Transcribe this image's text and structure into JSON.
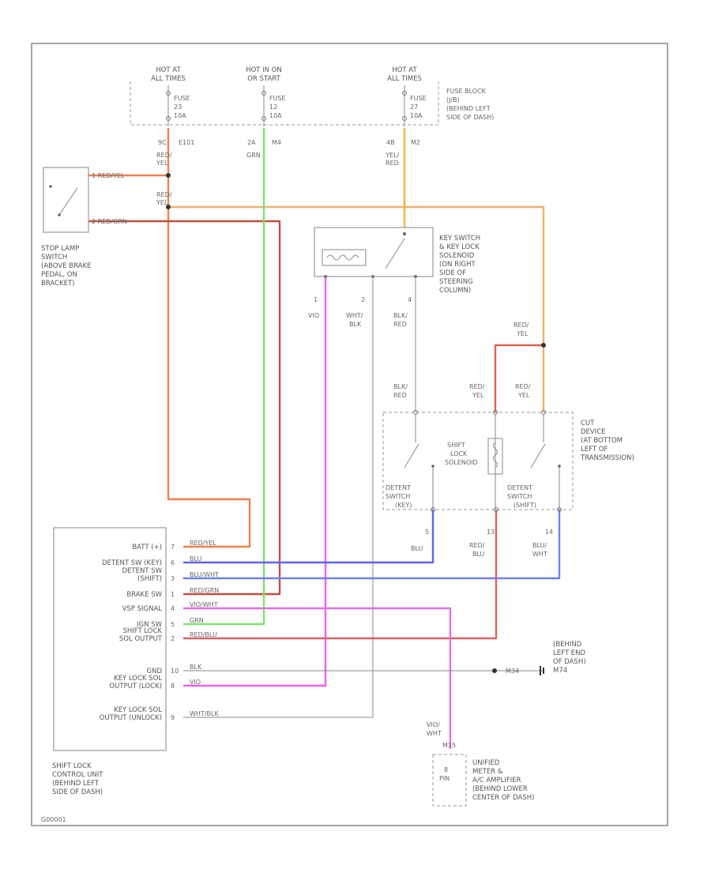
{
  "colors": {
    "red_yel": "#f08050",
    "red_grn": "#c05040",
    "yel_red": "#f0b040",
    "grn": "#80e070",
    "red_blu": "#e06060",
    "blu": "#6060f0",
    "blu_wht": "#7080f0",
    "vio": "#f060f0",
    "vio_wht": "#e070e0",
    "gray": "#a0a0a0"
  },
  "fuse": {
    "hot1": [
      "HOT AT",
      "ALL TIMES"
    ],
    "hot2": [
      "HOT IN ON",
      "OR START"
    ],
    "hot3": [
      "HOT AT",
      "ALL TIMES"
    ],
    "fuse_word": "FUSE",
    "fuse1": [
      "23",
      "10A"
    ],
    "fuse2": [
      "12",
      "10A"
    ],
    "fuse3": [
      "27",
      "10A"
    ],
    "block_label": [
      "FUSE BLOCK",
      "(J/B)",
      "(BEHIND LEFT",
      "SIDE OF DASH)"
    ],
    "conn1": [
      "9C",
      "E101"
    ],
    "conn2": [
      "2A",
      "M4"
    ],
    "conn3": [
      "4B",
      "M2"
    ]
  },
  "wires": {
    "red_yel_1": [
      "RED/",
      "YEL"
    ],
    "red_yel_2": [
      "RED/",
      "YEL"
    ],
    "grn": "GRN",
    "yel_red": [
      "YEL/",
      "RED"
    ],
    "vio": "VIO",
    "wht_blk": [
      "WHT/",
      "BLK"
    ],
    "blk_red_1": [
      "BLK/",
      "RED"
    ],
    "blk_red_2": [
      "BLK/",
      "RED"
    ],
    "red_yel_3": [
      "RED/",
      "YEL"
    ],
    "red_yel_4": [
      "RED/",
      "YEL"
    ],
    "red_yel_5": [
      "RED/",
      "YEL"
    ],
    "blu": "BLU",
    "red_blu": [
      "RED/",
      "BLU"
    ],
    "blu_wht": [
      "BLU/",
      "WHT"
    ],
    "vio_wht": [
      "VIO/",
      "WHT"
    ]
  },
  "stop_lamp": {
    "label": [
      "STOP LAMP",
      "SWITCH",
      "(ABOVE BRAKE",
      "PEDAL, ON",
      "BRACKET)"
    ],
    "pin1": "1 RED/YEL",
    "pin2": "2 RED/GRN"
  },
  "key_switch": {
    "label": [
      "KEY SWITCH",
      "& KEY LOCK",
      "SOLENOID",
      "(ON RIGHT",
      "SIDE OF",
      "STEERING",
      "COLUMN)"
    ],
    "pins": [
      "1",
      "2",
      "4"
    ]
  },
  "cut_device": {
    "label": [
      "CUT",
      "DEVICE",
      "(AT BOTTOM",
      "LEFT OF",
      "TRANSMISSION)"
    ],
    "solenoid": [
      "SHIFT",
      "LOCK",
      "SOLENOID"
    ],
    "detent_key": [
      "DETENT",
      "SWITCH",
      "(KEY)"
    ],
    "detent_shift": [
      "DETENT",
      "SWITCH",
      "(SHIFT)"
    ],
    "pins": [
      "5",
      "13",
      "14"
    ]
  },
  "control_unit": {
    "rows": [
      {
        "label": "BATT (+)",
        "pin": "7",
        "wire": "RED/YEL"
      },
      {
        "label": "DETENT SW (KEY)",
        "pin": "6",
        "wire": "BLU"
      },
      {
        "label": "DETENT SW (SHIFT)",
        "pin": "3",
        "wire": "BLU/WHT"
      },
      {
        "label": "BRAKE SW",
        "pin": "1",
        "wire": "RED/GRN"
      },
      {
        "label": "VSP SIGNAL",
        "pin": "4",
        "wire": "VIO/WHT"
      },
      {
        "label": "IGN SW",
        "pin": "5",
        "wire": "GRN"
      },
      {
        "label": "SHIFT LOCK SOL OUTPUT",
        "pin": "2",
        "wire": "RED/BLU"
      },
      {
        "label": "GND",
        "pin": "10",
        "wire": "BLK"
      },
      {
        "label": "KEY LOCK SOL OUTPUT (LOCK)",
        "pin": "8",
        "wire": "VIO"
      },
      {
        "label": "KEY LOCK SOL OUTPUT (UNLOCK)",
        "pin": "9",
        "wire": "WHT/BLK"
      }
    ],
    "label": [
      "SHIFT LOCK",
      "CONTROL UNIT",
      "(BEHIND LEFT",
      "SIDE OF DASH)"
    ]
  },
  "ground": {
    "splice": "M34",
    "label": [
      "(BEHIND",
      "LEFT END",
      "OF DASH)",
      "M74"
    ]
  },
  "unified_meter": {
    "pin": "8",
    "conn": "M15",
    "block_pin": [
      "8",
      "PIN"
    ],
    "label": [
      "UNIFIED",
      "METER &",
      "A/C AMPLIFIER",
      "(BEHIND LOWER",
      "CENTER OF DASH)"
    ]
  },
  "footer": "G00001"
}
